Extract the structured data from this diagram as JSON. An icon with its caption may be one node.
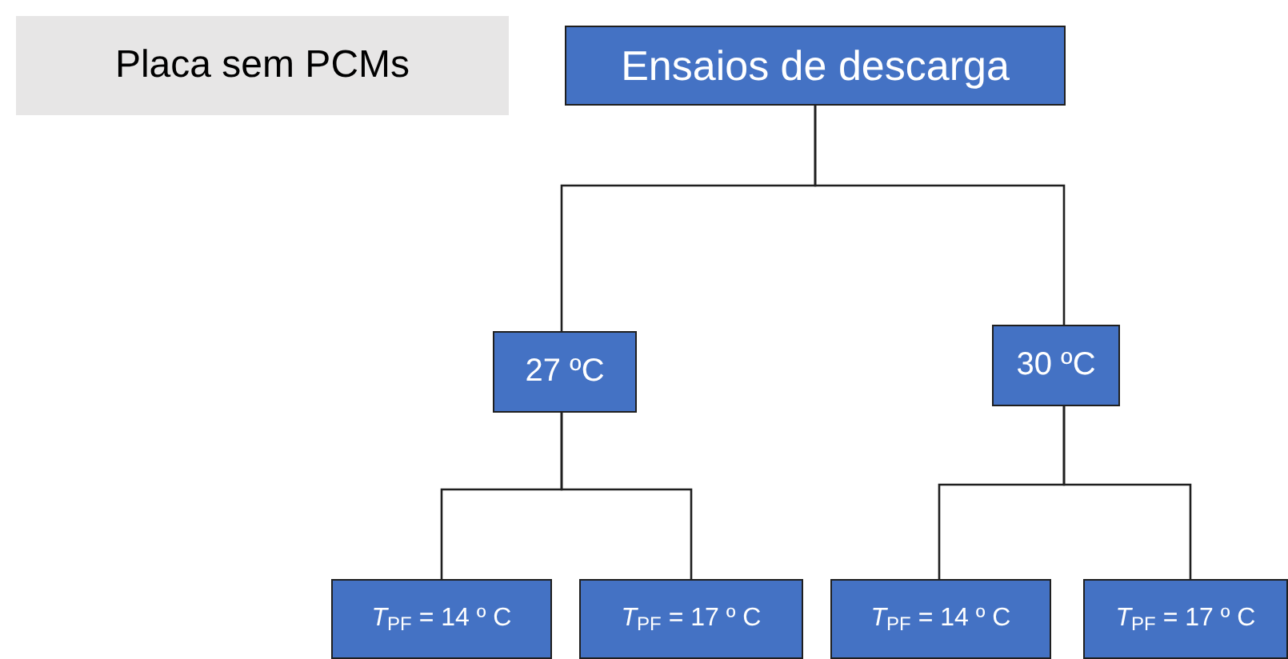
{
  "diagram": {
    "nodes": [
      {
        "text": [
          "Placa sem PCMs"
        ]
      },
      {
        "text": [
          "Ensaios de descarga"
        ]
      },
      {
        "text": [
          "27 ºC"
        ]
      },
      {
        "text": [
          "30 ºC"
        ]
      },
      {
        "text": [
          "*T*$_{PF}$ = 14 º C"
        ]
      },
      {
        "text": [
          "*T*$_{PF}$ = 17 º C"
        ]
      },
      {
        "text": [
          "*T*$_{PF}$ = 14 º C"
        ]
      },
      {
        "text": [
          "*T*$_{PF}$ = 17 º C"
        ]
      }
    ],
    "edges": [
      {
        "from": 1,
        "to": 2,
        "arrow": "none"
      },
      {
        "from": 1,
        "to": 3,
        "arrow": "none"
      },
      {
        "from": 2,
        "to": 4,
        "arrow": "none"
      },
      {
        "from": 2,
        "to": 5,
        "arrow": "none"
      },
      {
        "from": 3,
        "to": 6,
        "arrow": "none"
      },
      {
        "from": 3,
        "to": 7,
        "arrow": "none"
      }
    ]
  }
}
